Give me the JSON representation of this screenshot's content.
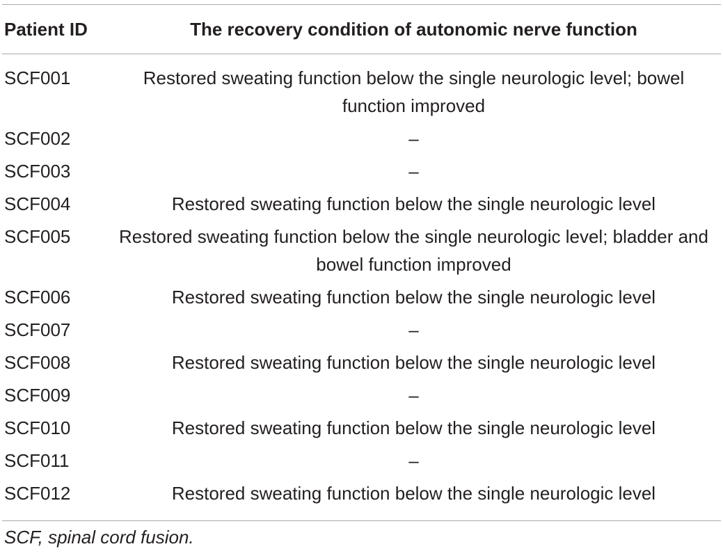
{
  "table": {
    "headers": {
      "patient_id": "Patient ID",
      "condition": "The recovery condition of autonomic nerve function"
    },
    "rows": [
      {
        "id": "SCF001",
        "condition": "Restored sweating function below the single neurologic level; bowel function improved"
      },
      {
        "id": "SCF002",
        "condition": "–"
      },
      {
        "id": "SCF003",
        "condition": "–"
      },
      {
        "id": "SCF004",
        "condition": "Restored sweating function below the single neurologic level"
      },
      {
        "id": "SCF005",
        "condition": "Restored sweating function below the single neurologic level; bladder and bowel function improved"
      },
      {
        "id": "SCF006",
        "condition": "Restored sweating function below the single neurologic level"
      },
      {
        "id": "SCF007",
        "condition": "–"
      },
      {
        "id": "SCF008",
        "condition": "Restored sweating function below the single neurologic level"
      },
      {
        "id": "SCF009",
        "condition": "–"
      },
      {
        "id": "SCF010",
        "condition": "Restored sweating function below the single neurologic level"
      },
      {
        "id": "SCF011",
        "condition": "–"
      },
      {
        "id": "SCF012",
        "condition": "Restored sweating function below the single neurologic level"
      }
    ],
    "footnote": "SCF, spinal cord fusion."
  }
}
